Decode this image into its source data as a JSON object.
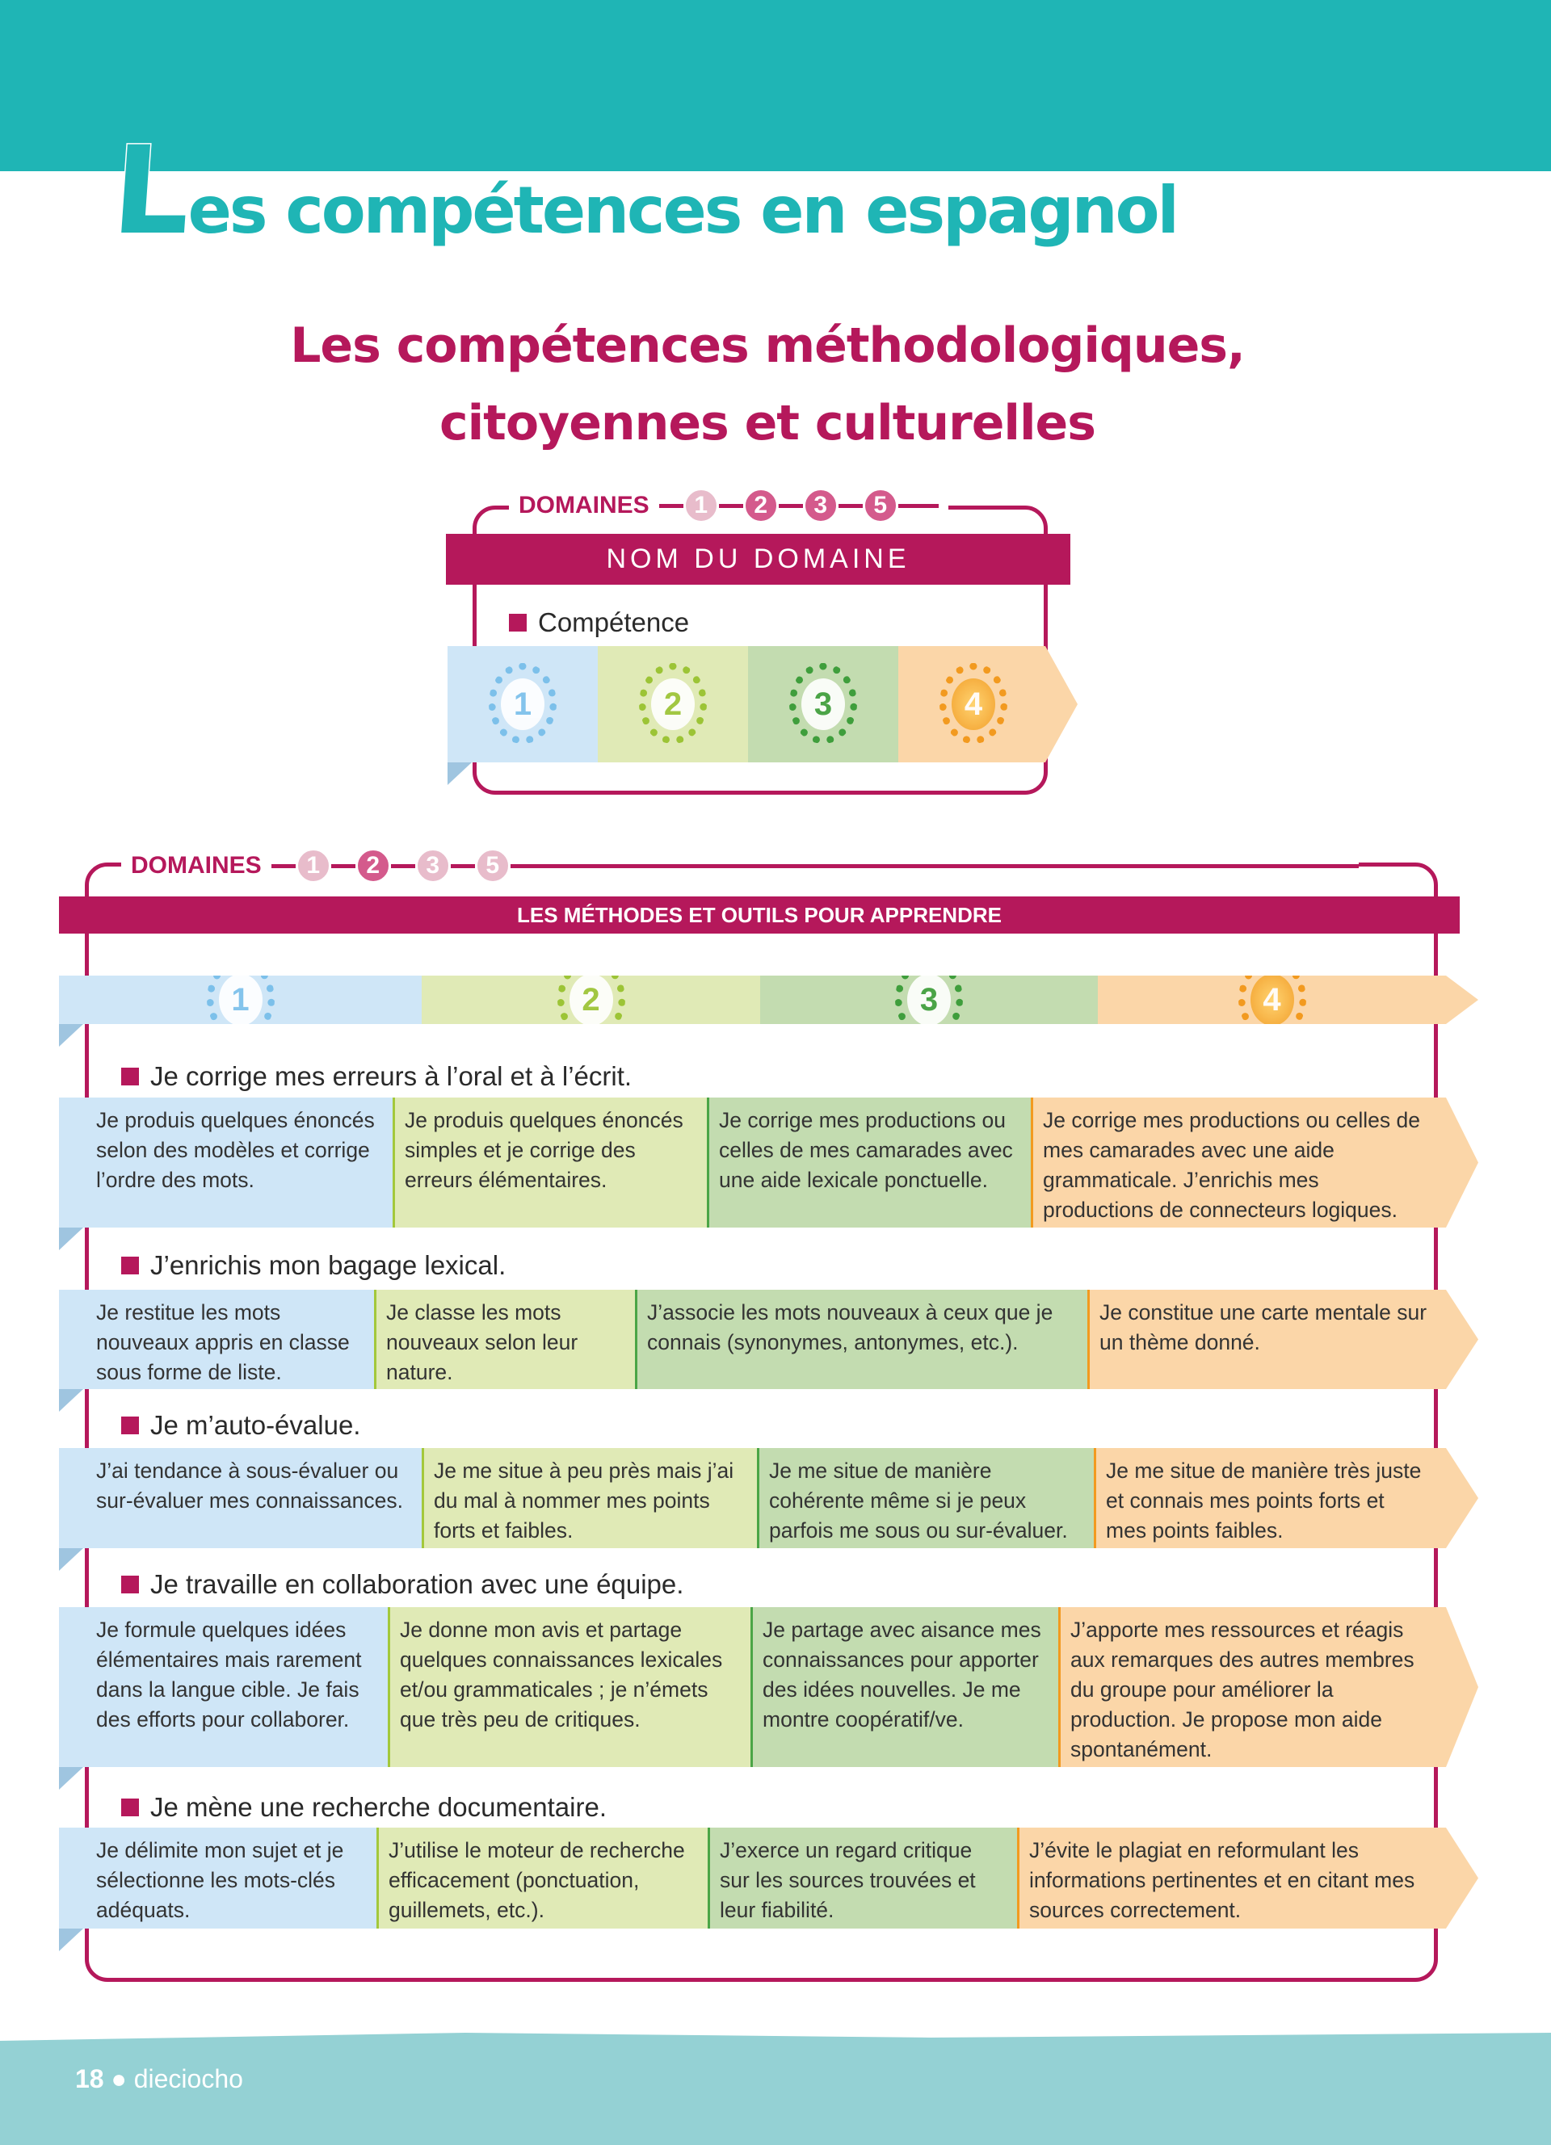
{
  "title": {
    "first_letter": "L",
    "rest": "es compétences en espagnol"
  },
  "subtitle": {
    "line1": "Les compétences méthodologiques,",
    "line2": "citoyennes et culturelles"
  },
  "legend": {
    "domaines_label": "DOMAINES",
    "domain_numbers": [
      "1",
      "2",
      "3",
      "5"
    ],
    "bar_label": "NOM DU DOMAINE",
    "competence_label": "Compétence",
    "levels": [
      "1",
      "2",
      "3",
      "4"
    ]
  },
  "main": {
    "domaines_label": "DOMAINES",
    "domain_numbers": [
      "1",
      "2",
      "3",
      "5"
    ],
    "active_domain": "2",
    "bar_label": "LES MÉTHODES ET OUTILS POUR APPRENDRE",
    "levels": [
      "1",
      "2",
      "3",
      "4"
    ],
    "competences": [
      {
        "label": "Je corrige mes erreurs à l’oral et à l’écrit.",
        "levels": [
          "Je produis quelques énoncés selon des modèles et corrige l’ordre des mots.",
          "Je produis quelques énoncés simples et je corrige des erreurs élémentaires.",
          "Je corrige mes productions ou celles de mes camarades avec une aide lexicale ponctuelle.",
          "Je corrige mes productions ou celles de mes camarades avec une aide grammaticale. J’enrichis mes productions de connecteurs logiques."
        ]
      },
      {
        "label": "J’enrichis mon bagage lexical.",
        "levels": [
          "Je restitue les mots nouveaux appris en classe sous forme de liste.",
          "Je classe les mots nouveaux selon leur nature.",
          "J’associe les mots nouveaux à ceux que je connais (synonymes, antonymes, etc.).",
          "Je constitue une carte mentale sur un thème donné."
        ]
      },
      {
        "label": "Je m’auto-évalue.",
        "levels": [
          "J’ai tendance à sous-évaluer ou sur-évaluer mes connaissances.",
          "Je me situe à peu près mais j’ai du mal à nommer mes points forts et faibles.",
          "Je me situe de manière cohérente même si je peux parfois me sous ou sur-évaluer.",
          "Je me situe de manière très juste et connais mes points forts et mes points faibles."
        ]
      },
      {
        "label": "Je travaille en collaboration avec une équipe.",
        "levels": [
          "Je formule quelques idées élémentaires mais rarement dans la langue cible. Je fais des efforts pour collaborer.",
          "Je donne mon avis et partage quelques connaissances lexicales et/ou grammaticales ; je n’émets que très peu de critiques.",
          "Je partage avec aisance mes connaissances pour apporter des idées nouvelles. Je me montre coopératif/ve.",
          "J’apporte mes ressources et réagis aux remarques des autres membres du groupe pour améliorer la production. Je propose mon aide spontanément."
        ]
      },
      {
        "label": "Je mène une recherche documentaire.",
        "levels": [
          "Je délimite mon sujet et je sélectionne les mots-clés adéquats.",
          "J’utilise le moteur de recherche efficacement (ponctuation, guillemets, etc.).",
          "J’exerce un regard critique sur les sources trouvées et leur fiabilité.",
          "J’évite le plagiat en reformulant les informations pertinentes et en citant mes sources correctement."
        ]
      }
    ]
  },
  "footer": {
    "page_number": "18",
    "separator": "●",
    "page_word": "dieciocho"
  },
  "colors": {
    "teal": "#1fb5b5",
    "magenta": "#b5185b",
    "level1": "#cfe6f7",
    "level2": "#e0eab6",
    "level3": "#c3dcb0",
    "level4": "#fbd6a8"
  }
}
